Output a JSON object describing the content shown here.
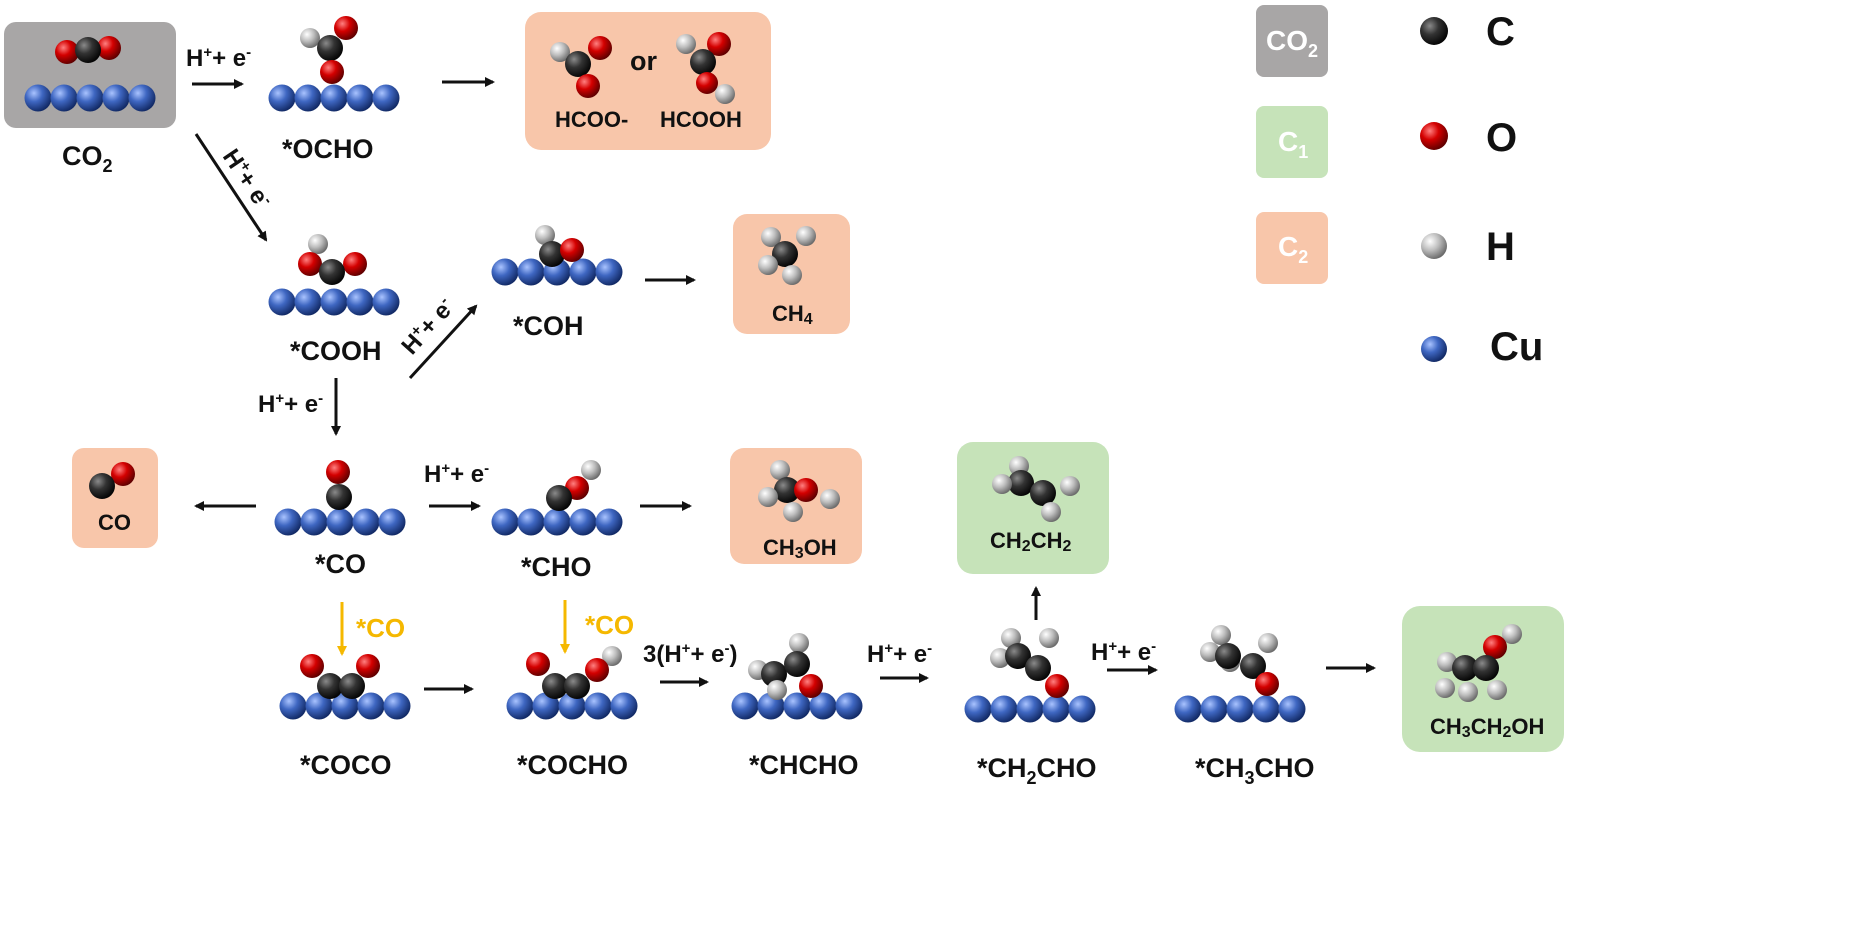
{
  "colors": {
    "co2_box": "#a8a6a6",
    "c1_box": "#c6e3b9",
    "c2_box": "#f8c6aa",
    "carbon": "#2b2b2b",
    "oxygen": "#d40000",
    "hydrogen": "#bdbdbd",
    "copper": "#3f67c2",
    "co_arrow": "#f5b800"
  },
  "species": {
    "co2": "CO",
    "ocho": "*OCHO",
    "cooh": "*COOH",
    "coh": "*COH",
    "co": "*CO",
    "cho": "*CHO",
    "coco": "*COCO",
    "cocho": "*COCHO",
    "chcho": "*CHCHO",
    "ch2cho": "*CH",
    "ch2cho_tail": "CHO",
    "ch3cho": "*CH",
    "ch3cho_tail": "CHO"
  },
  "products": {
    "hcoo": "HCOO-",
    "or": "or",
    "hcooh": "HCOOH",
    "ch4": "CH",
    "co": "CO",
    "ch3oh_a": "CH",
    "ch3oh_b": "OH",
    "ch2ch2_a": "CH",
    "ch2ch2_b": "CH",
    "ch3ch2oh_a": "CH",
    "ch3ch2oh_b": "CH",
    "ch3ch2oh_c": "OH"
  },
  "reactions": {
    "h_e": "H",
    "plus": "+",
    "plus_e": "+ e",
    "minus": "-",
    "three_prefix": "3(H",
    "three_suffix": ")",
    "co_coupling": "*CO"
  },
  "legend": {
    "co2_box": "CO",
    "c1_box": "C",
    "c2_box": "C",
    "sub_2": "2",
    "sub_1": "1",
    "sub_3": "3",
    "sub_4": "4",
    "c": "C",
    "o": "O",
    "h": "H",
    "cu": "Cu"
  }
}
